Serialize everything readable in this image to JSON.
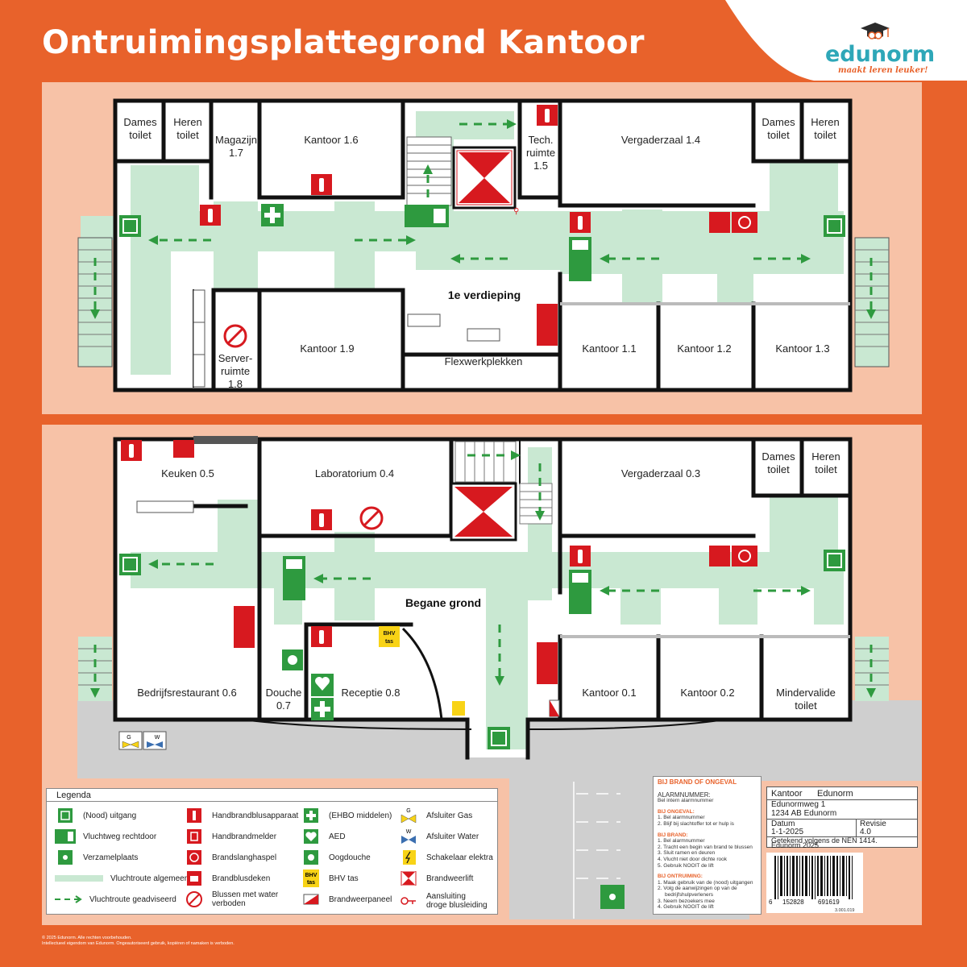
{
  "page": {
    "title": "Ontruimingsplattegrond Kantoor",
    "logo_text": "edunorm",
    "logo_tagline": "maakt leren leuker!",
    "copyright_line1": "© 2025 Edunorm. Alle rechten voorbehouden.",
    "copyright_line2": "Intellectueel eigendom van Edunorm. Ongeautoriseerd gebruik, kopiëren of namaken is verboden."
  },
  "colors": {
    "background": "#e8622b",
    "panel": "#f7c2a7",
    "route": "#c9e8d2",
    "exit_green": "#2e9a3f",
    "fire_red": "#d7191f",
    "wall": "#111111"
  },
  "floor_upper": {
    "label": "1e verdieping",
    "rooms": {
      "dames_toilet": [
        "Dames",
        "toilet"
      ],
      "heren_toilet": [
        "Heren",
        "toilet"
      ],
      "magazijn": [
        "Magazijn",
        "1.7"
      ],
      "kantoor_1_6": "Kantoor 1.6",
      "tech_ruimte": [
        "Tech.",
        "ruimte",
        "1.5"
      ],
      "vergaderzaal_1_4": "Vergaderzaal 1.4",
      "dames_toilet_2": [
        "Dames",
        "toilet"
      ],
      "heren_toilet_2": [
        "Heren",
        "toilet"
      ],
      "server": [
        "Server-",
        "ruimte",
        "1.8"
      ],
      "kantoor_1_9": "Kantoor 1.9",
      "flex": "Flexwerkplekken",
      "kantoor_1_1": "Kantoor 1.1",
      "kantoor_1_2": "Kantoor 1.2",
      "kantoor_1_3": "Kantoor 1.3"
    }
  },
  "floor_lower": {
    "label": "Begane grond",
    "rooms": {
      "keuken": "Keuken 0.5",
      "laboratorium": "Laboratorium 0.4",
      "vergaderzaal_0_3": "Vergaderzaal 0.3",
      "dames_toilet": [
        "Dames",
        "toilet"
      ],
      "heren_toilet": [
        "Heren",
        "toilet"
      ],
      "bedrijfsrestaurant": "Bedrijfsrestaurant 0.6",
      "douche": [
        "Douche",
        "0.7"
      ],
      "receptie": "Receptie 0.8",
      "kantoor_0_1": "Kantoor 0.1",
      "kantoor_0_2": "Kantoor 0.2",
      "mindervalide": [
        "Mindervalide",
        "toilet"
      ]
    },
    "bhv_label": [
      "BHV",
      "tas"
    ],
    "valve_gas": "G",
    "valve_water": "W"
  },
  "legend": {
    "title": "Legenda",
    "items": [
      {
        "icon": "emergency-exit-icon",
        "label": "(Nood) uitgang"
      },
      {
        "icon": "escape-route-straight-icon",
        "label": "Vluchtweg rechtdoor"
      },
      {
        "icon": "assembly-point-icon",
        "label": "Verzamelplaats"
      },
      {
        "icon": "escape-route-general-icon",
        "label": "Vluchtroute algemeen"
      },
      {
        "icon": "escape-route-advised-icon",
        "label": "Vluchtroute geadviseerd"
      },
      {
        "icon": "fire-extinguisher-icon",
        "label": "Handbrandblusapparaat"
      },
      {
        "icon": "fire-alarm-icon",
        "label": "Handbrandmelder"
      },
      {
        "icon": "fire-hose-icon",
        "label": "Brandslanghaspel"
      },
      {
        "icon": "fire-blanket-icon",
        "label": "Brandblusdeken"
      },
      {
        "icon": "no-water-icon",
        "label": "Blussen met water",
        "label2": "verboden"
      },
      {
        "icon": "first-aid-icon",
        "label": "(EHBO middelen)"
      },
      {
        "icon": "aed-icon",
        "label": "AED"
      },
      {
        "icon": "eye-shower-icon",
        "label": "Oogdouche"
      },
      {
        "icon": "bhv-bag-icon",
        "label": "BHV tas",
        "badge1": "BHV",
        "badge2": "tas"
      },
      {
        "icon": "fire-panel-icon",
        "label": "Brandweerpaneel"
      },
      {
        "icon": "gas-valve-icon",
        "label": "Afsluiter Gas",
        "badge1": "G"
      },
      {
        "icon": "water-valve-icon",
        "label": "Afsluiter Water",
        "badge1": "W"
      },
      {
        "icon": "electric-switch-icon",
        "label": "Schakelaar elektra"
      },
      {
        "icon": "fire-lift-icon",
        "label": "Brandweerlift"
      },
      {
        "icon": "dry-riser-icon",
        "label": "Aansluiting",
        "label2": "droge blusleiding"
      }
    ]
  },
  "instructions": {
    "heading": "BIJ BRAND OF ONGEVAL",
    "alarm_title": "ALARMNUMMER:",
    "alarm_sub": "Bel intern alarmnummer",
    "sections": [
      {
        "title": "BIJ ONGEVAL:",
        "lines": [
          "1.  Bel alarmnummer",
          "2.  Blijf bij slachtoffer tot er hulp is"
        ]
      },
      {
        "title": "BIJ BRAND:",
        "lines": [
          "1.  Bel alarmnummer",
          "2.  Tracht een begin van brand te blussen",
          "3.  Sluit ramen en deuren",
          "4.  Vlucht niet door dichte rook",
          "5.  Gebruik NOOIT de lift"
        ]
      },
      {
        "title": "BIJ ONTRUIMING:",
        "lines": [
          "1.  Maak gebruik van de (nood) uitgangen",
          "2.  Volg de aanwijzingen op van de",
          "     bedrijfshulpverleners",
          "3.  Neem bezoekers mee",
          "4.  Gebruik NOOIT de lift"
        ]
      }
    ]
  },
  "title_block": {
    "name": "Kantoor",
    "company": "Edunorm",
    "street": "Edunormweg 1",
    "city": "1234 AB  Edunorm",
    "date_label": "Datum",
    "date": "1-1-2025",
    "revision_label": "Revisie",
    "revision": "4.0",
    "norm": "Getekend volgens de NEN 1414.",
    "author": "Edunorm 2025"
  },
  "barcode": {
    "left_digit": "6",
    "group1": "152828",
    "group2": "691619",
    "code": "3.001.019"
  }
}
